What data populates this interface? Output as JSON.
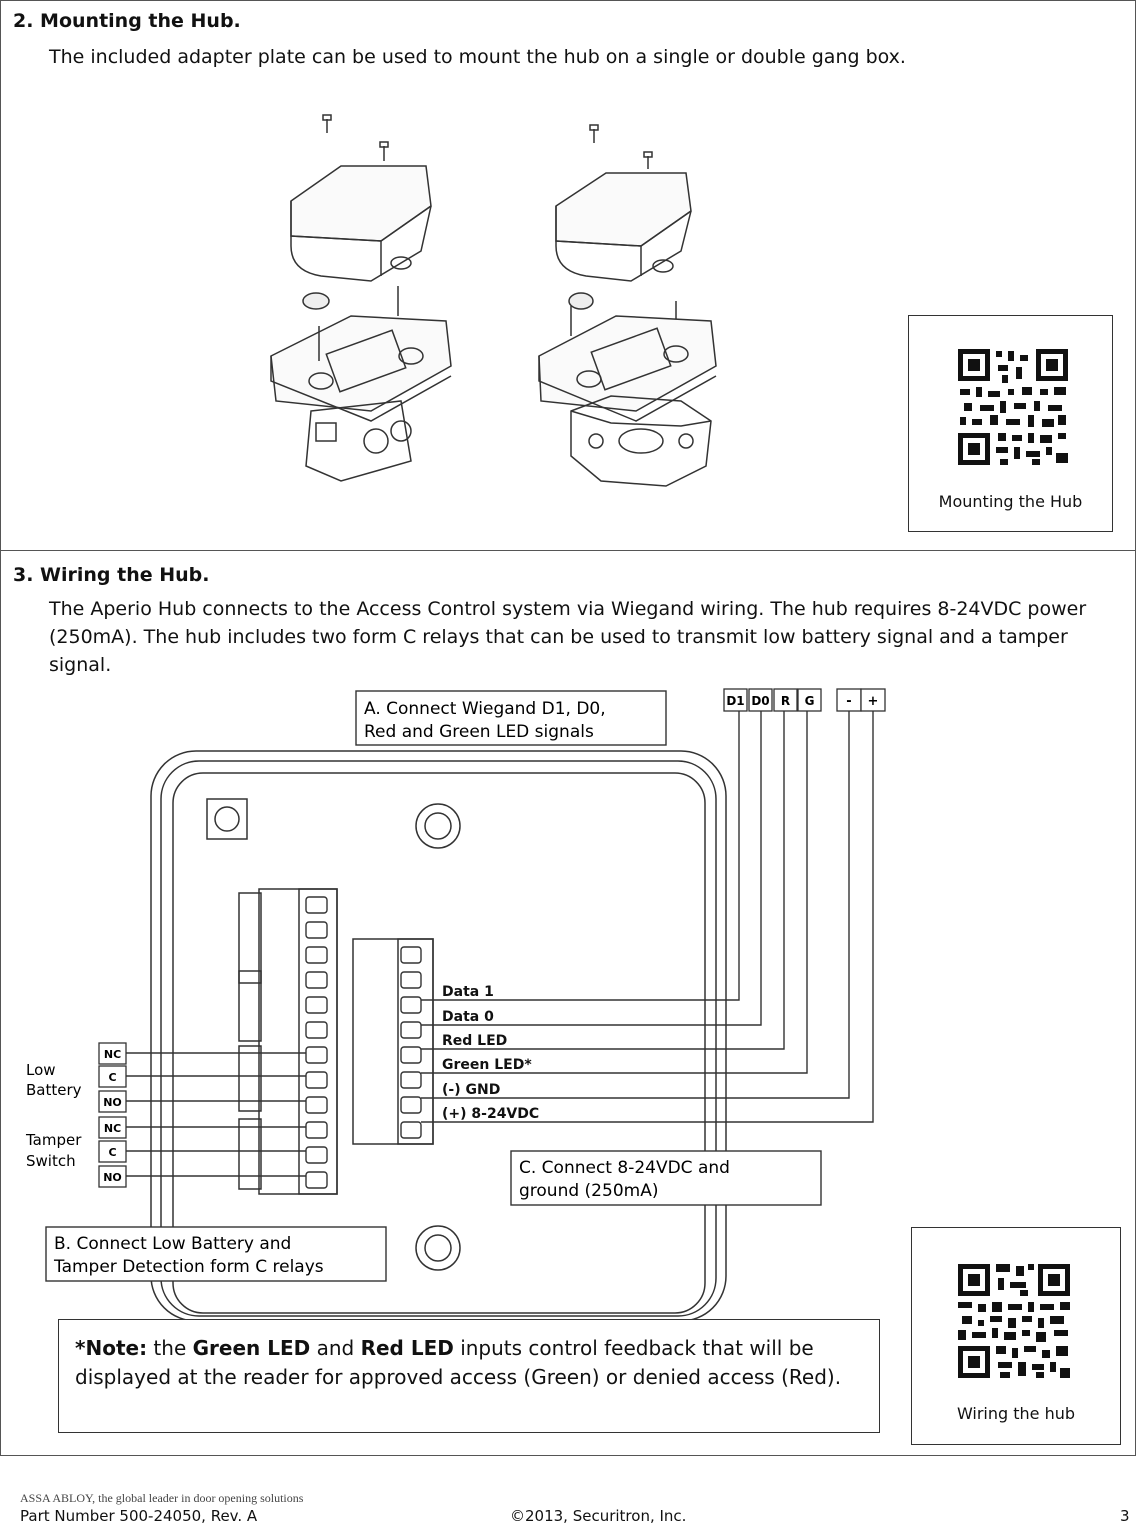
{
  "section2": {
    "title": "2. Mounting the Hub.",
    "body": "The included adapter plate can be used to mount the hub on a single or double gang box.",
    "qr_caption": "Mounting the Hub"
  },
  "section3": {
    "title": "3. Wiring the Hub.",
    "body": "The Aperio Hub connects to the Access Control system via Wiegand wiring.  The hub requires 8-24VDC power (250mA).  The hub includes two form C relays that can be used to transmit low battery signal and a tamper signal.",
    "qr_caption": "Wiring the hub"
  },
  "diagram": {
    "callout_a_line1": "A.  Connect Wiegand D1, D0,",
    "callout_a_line2": "Red and Green LED signals",
    "callout_b_line1": "B.  Connect Low Battery and",
    "callout_b_line2": "Tamper Detection form C relays",
    "callout_c_line1": "C.  Connect 8-24VDC and",
    "callout_c_line2": "ground (250mA)",
    "top_terms": [
      "D1",
      "D0",
      "R",
      "G"
    ],
    "power_terms": [
      "-",
      "+"
    ],
    "signal_labels": [
      "Data 1",
      "Data 0",
      "Red LED",
      "Green LED*",
      "(-) GND",
      "(+) 8-24VDC"
    ],
    "relay_terms": [
      "NC",
      "C",
      "NO",
      "NC",
      "C",
      "NO"
    ],
    "low_battery_line1": "Low",
    "low_battery_line2": "Battery",
    "tamper_line1": "Tamper",
    "tamper_line2": "Switch"
  },
  "note": {
    "prefix": "*Note:",
    "t1": " the ",
    "green": "Green LED",
    "t2": " and ",
    "red": "Red LED",
    "t3": " inputs control feedback that will be displayed at the reader for approved access (Green) or denied access (Red)."
  },
  "footer": {
    "brand": "ASSA ABLOY, the global leader in door opening solutions",
    "part": "Part Number 500-24050, Rev. A",
    "copyright": "©2013, Securitron, Inc.",
    "page": "3"
  }
}
